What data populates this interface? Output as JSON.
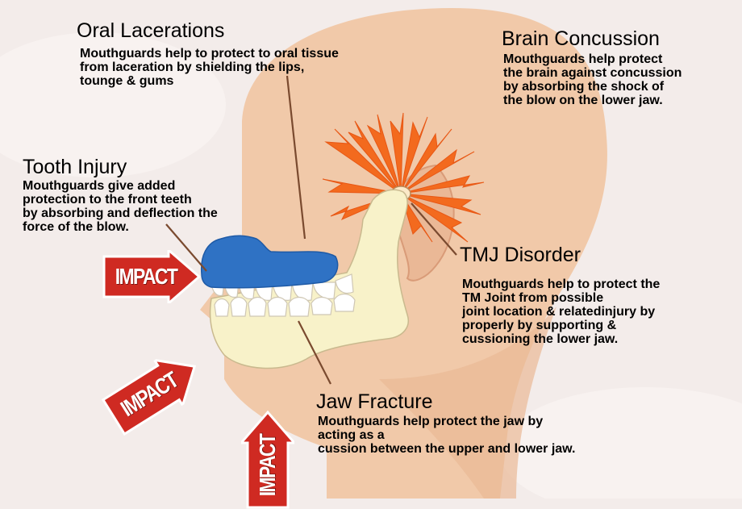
{
  "callouts": {
    "oral": {
      "title": "Oral Lacerations",
      "lines": [
        "Mouthguards help to protect to oral tissue",
        "from laceration by shielding the lips,",
        "tounge & gums"
      ]
    },
    "brain": {
      "title": "Brain Concussion",
      "lines": [
        "Mouthguards help protect",
        "the brain against concussion",
        "by absorbing the shock of",
        "the blow on the lower jaw."
      ]
    },
    "tooth": {
      "title": "Tooth Injury",
      "lines": [
        "Mouthguards give added",
        "protection to the front teeth",
        "by absorbing and deflection the",
        "force of the blow."
      ]
    },
    "tmj": {
      "title": "TMJ Disorder",
      "lines": [
        "Mouthguards help to protect the",
        "TM Joint from possible",
        "joint location & relatedinjury by",
        "properly by supporting &",
        "cussioning the lower jaw."
      ]
    },
    "jaw": {
      "title": "Jaw Fracture",
      "lines": [
        "Mouthguards help protect the jaw by",
        "acting as a",
        "cussion between the upper and lower jaw."
      ]
    }
  },
  "impact_label": "IMPACT",
  "colors": {
    "background": "#f3ecea",
    "skin": "#f1c9a9",
    "bone": "#f8f2c9",
    "mouthguard": "#2f72c4",
    "impact_arrow": "#cf2a22",
    "burst": "#f36a1e"
  }
}
